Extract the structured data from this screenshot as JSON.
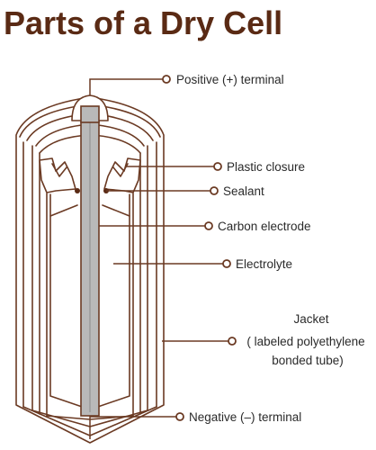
{
  "title": "Parts of a Dry Cell",
  "labels": {
    "positive": "Positive (+) terminal",
    "plastic_closure": "Plastic closure",
    "sealant": "Sealant",
    "carbon_electrode": "Carbon electrode",
    "electrolyte": "Electrolyte",
    "jacket_line1": "Jacket",
    "jacket_line2": "( labeled polyethylene",
    "jacket_line3": "bonded tube)",
    "negative": "Negative (–) terminal"
  },
  "colors": {
    "outline": "#6b3a23",
    "title": "#5a2a14",
    "rod": "#b9b9b9"
  }
}
